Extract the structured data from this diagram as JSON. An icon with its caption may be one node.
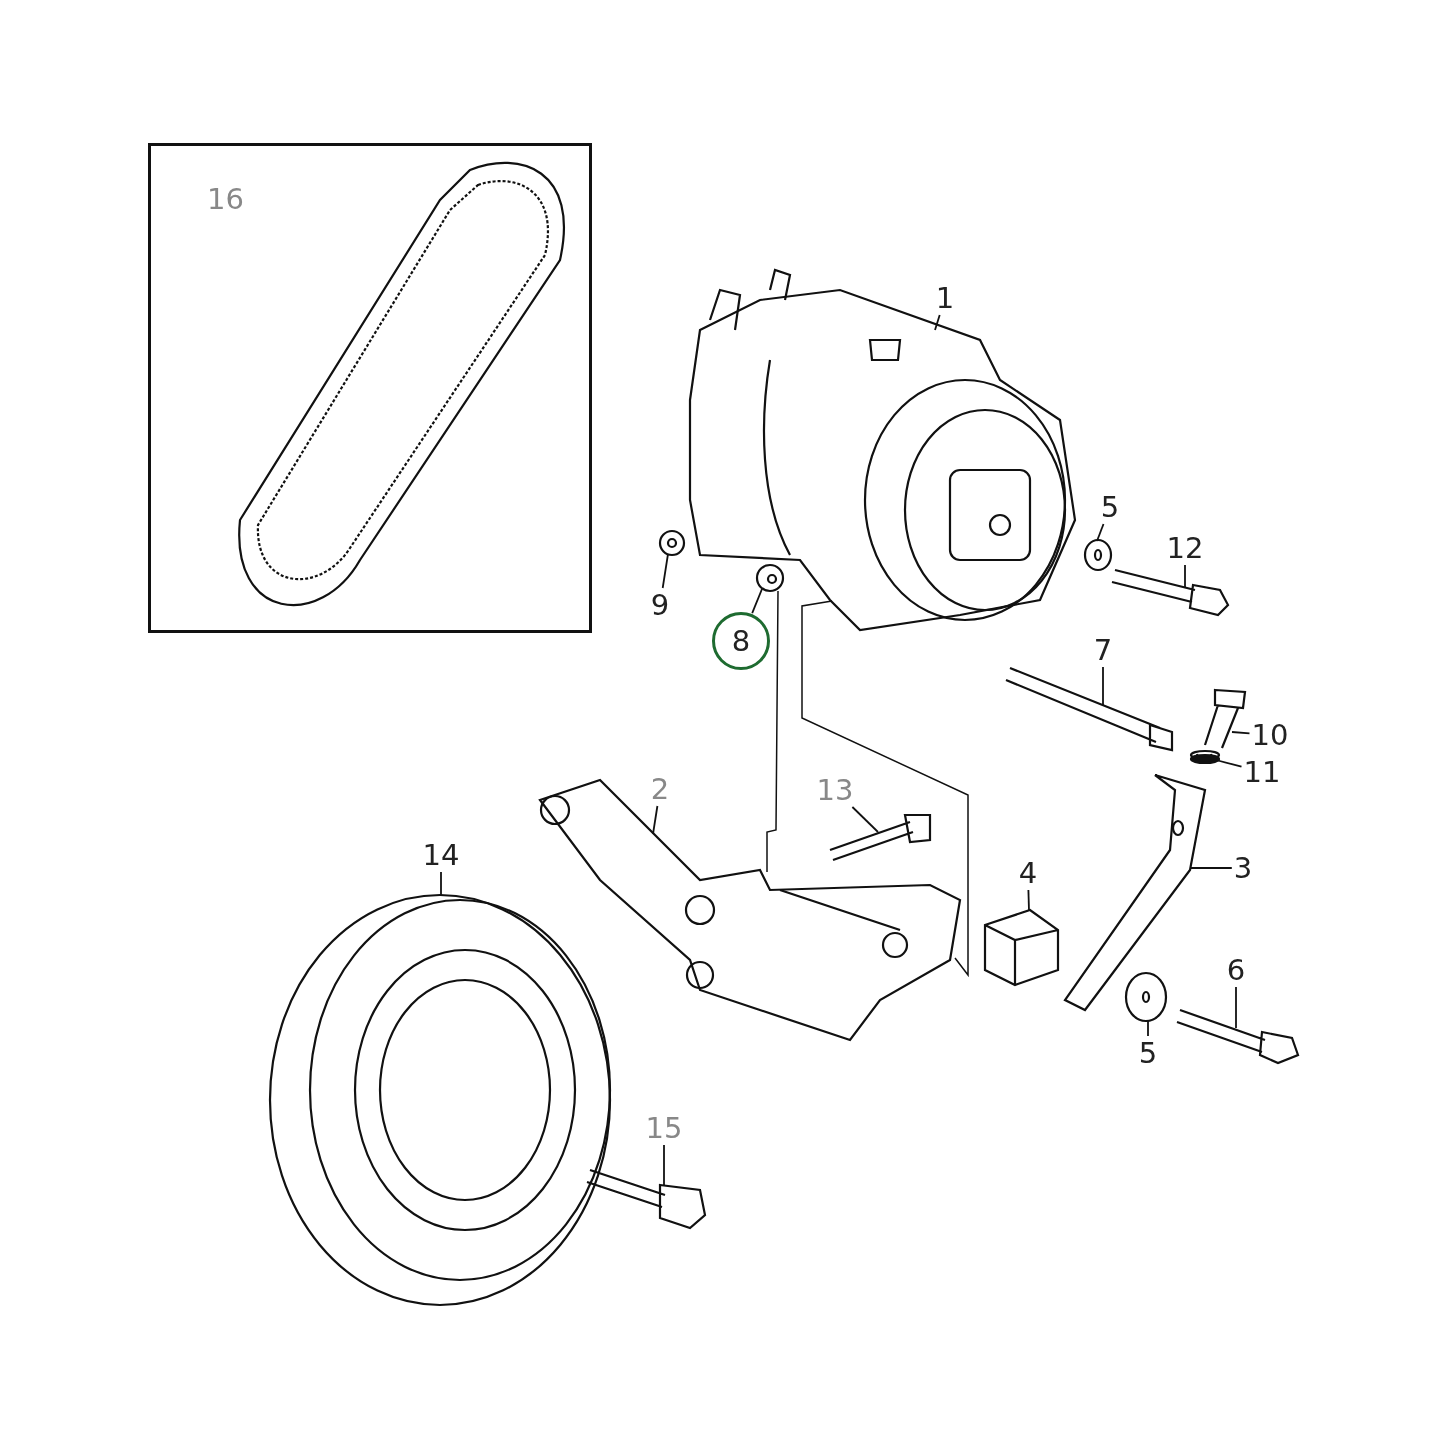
{
  "diagram": {
    "nodes": [
      {
        "text": [
          "16"
        ]
      },
      {
        "text": [
          "1"
        ]
      },
      {
        "text": [
          "5"
        ]
      },
      {
        "text": [
          "12"
        ]
      },
      {
        "text": [
          "9"
        ]
      },
      {
        "text": [
          "8"
        ]
      },
      {
        "text": [
          "7"
        ]
      },
      {
        "text": [
          "10"
        ]
      },
      {
        "text": [
          "11"
        ]
      },
      {
        "text": [
          "2"
        ]
      },
      {
        "text": [
          "13"
        ]
      },
      {
        "text": [
          "4"
        ]
      },
      {
        "text": [
          "3"
        ]
      },
      {
        "text": [
          "6"
        ]
      },
      {
        "text": [
          "5"
        ]
      },
      {
        "text": [
          "14"
        ]
      },
      {
        "text": [
          "15"
        ]
      },
      {
        "text": [],
        "shape": "picture",
        "in": 0
      },
      {
        "text": [],
        "shape": "picture"
      },
      {
        "text": [],
        "shape": "picture"
      },
      {
        "text": [],
        "shape": "picture"
      },
      {
        "text": [],
        "shape": "picture"
      },
      {
        "text": [],
        "shape": "picture"
      },
      {
        "text": [],
        "shape": "picture"
      },
      {
        "text": [],
        "shape": "picture"
      },
      {
        "text": [],
        "shape": "picture"
      },
      {
        "text": [],
        "shape": "picture"
      },
      {
        "text": [],
        "shape": "picture"
      },
      {
        "text": [],
        "shape": "picture"
      },
      {
        "text": [],
        "shape": "picture"
      },
      {
        "text": [],
        "shape": "picture"
      },
      {
        "text": [],
        "shape": "picture"
      },
      {
        "text": [],
        "shape": "picture"
      },
      {
        "text": [],
        "shape": "picture"
      }
    ],
    "edges": [
      {
        "from": 1,
        "to": 18,
        "arrow": "none"
      },
      {
        "from": 2,
        "to": 21,
        "arrow": "none"
      },
      {
        "from": 3,
        "to": 22,
        "arrow": "none"
      },
      {
        "from": 4,
        "to": 19,
        "arrow": "none"
      },
      {
        "from": 5,
        "to": 20,
        "arrow": "none"
      },
      {
        "from": 6,
        "to": 23,
        "arrow": "none"
      },
      {
        "from": 7,
        "to": 24,
        "arrow": "none"
      },
      {
        "from": 8,
        "to": 25,
        "arrow": "none"
      },
      {
        "from": 9,
        "to": 26,
        "arrow": "none"
      },
      {
        "from": 10,
        "to": 27,
        "arrow": "none"
      },
      {
        "from": 11,
        "to": 28,
        "arrow": "none"
      },
      {
        "from": 12,
        "to": 29,
        "arrow": "none"
      },
      {
        "from": 13,
        "to": 32,
        "arrow": "none"
      },
      {
        "from": 14,
        "to": 31,
        "arrow": "none"
      },
      {
        "from": 15,
        "to": 30,
        "arrow": "none"
      },
      {
        "from": 16,
        "to": 33,
        "arrow": "none"
      },
      {
        "from": 20,
        "to": 26,
        "arrow": "none"
      },
      {
        "from": 18,
        "to": 26,
        "arrow": "none"
      }
    ]
  }
}
